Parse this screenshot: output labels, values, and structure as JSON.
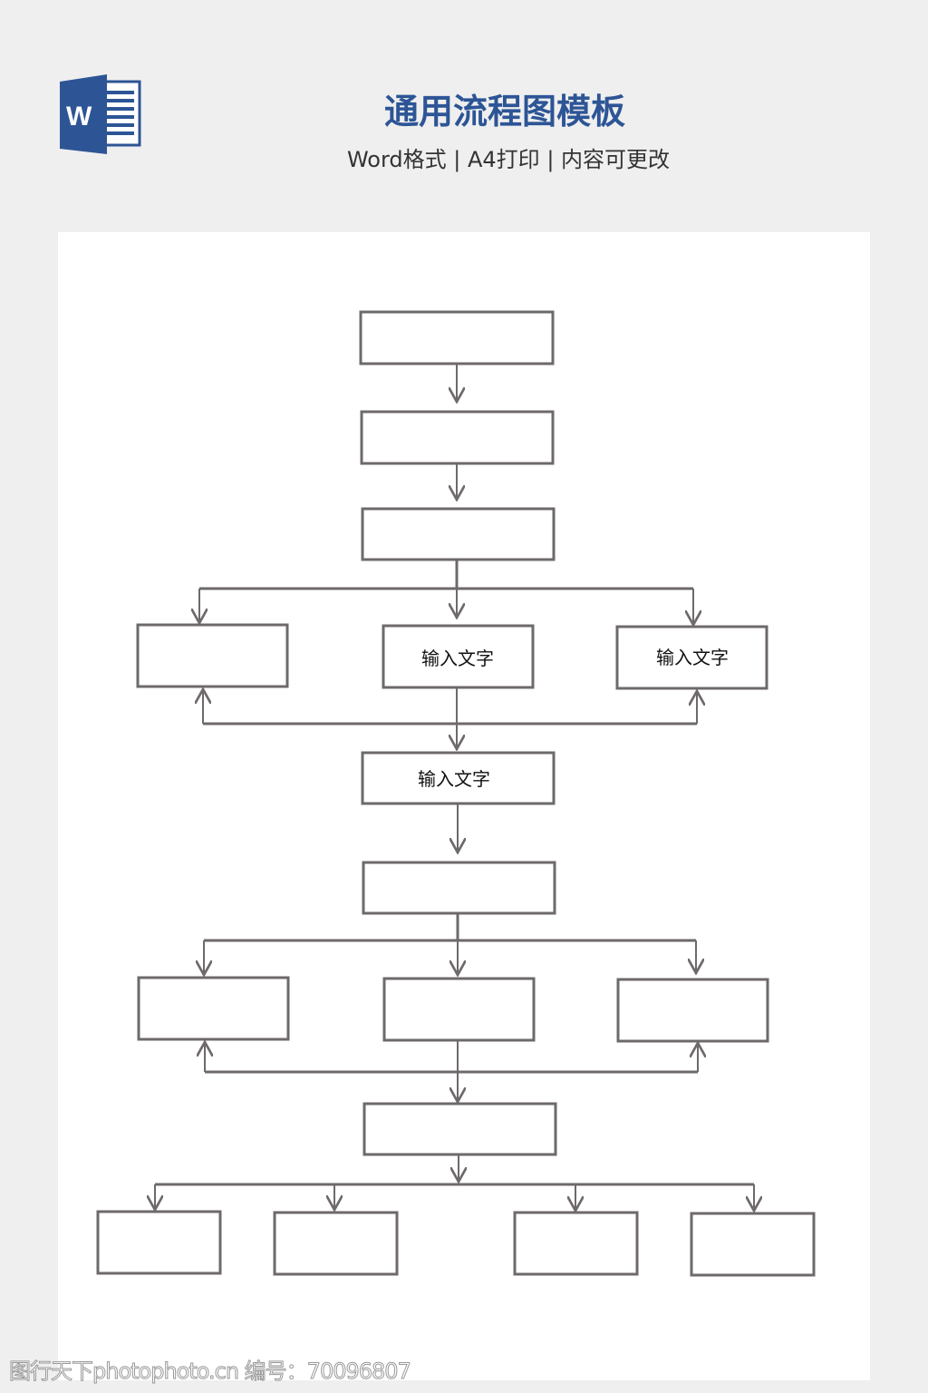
{
  "header": {
    "title": "通用流程图模板",
    "subtitle": "Word格式 | A4打印 | 内容可更改",
    "logo_letter": "W"
  },
  "colors": {
    "accent": "#2d5596",
    "line": "#6e696b"
  },
  "flowchart": {
    "box_labels": {
      "b4b": "输入文字",
      "b4c": "输入文字",
      "b5": "输入文字"
    }
  },
  "watermark": "图行天下photophoto.cn 编号：70096807"
}
